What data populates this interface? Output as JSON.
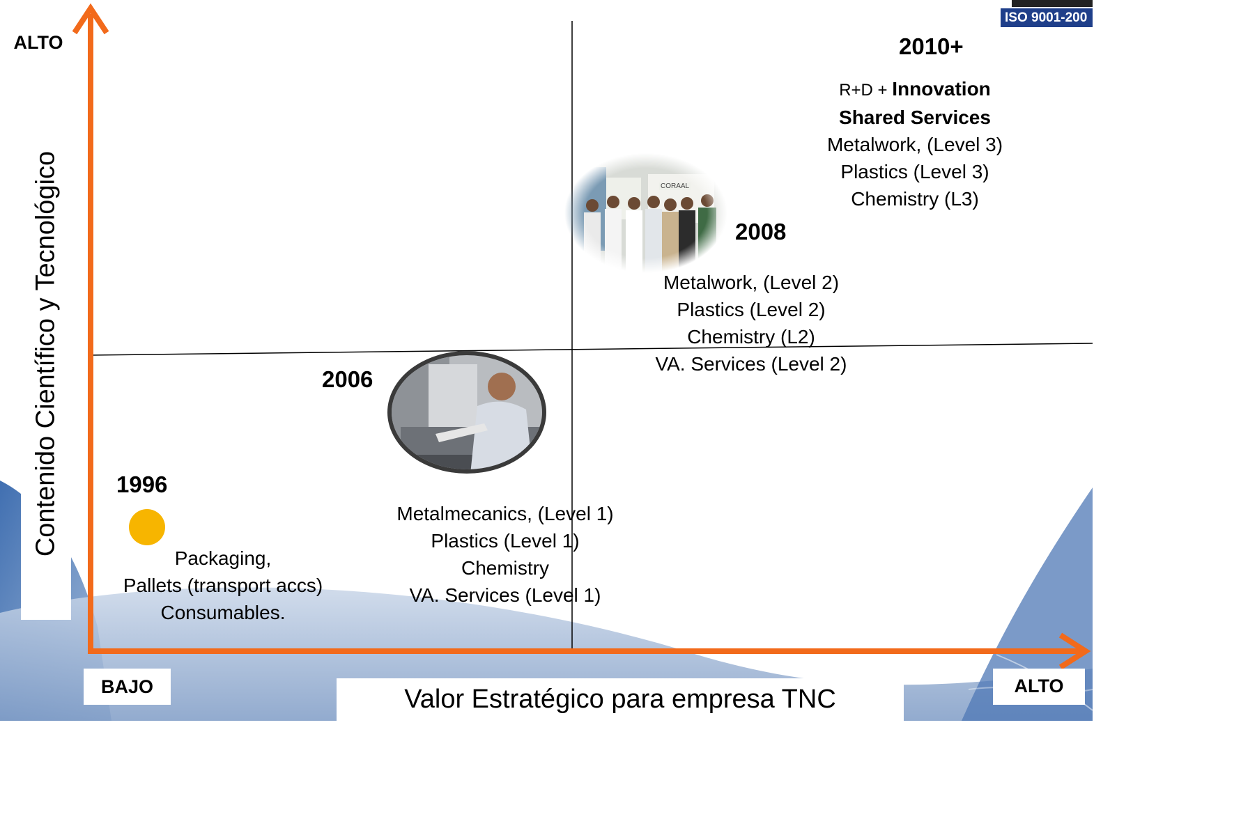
{
  "iso_badge": "ISO 9001-200",
  "y_axis": {
    "top_label": "ALTO",
    "title": "Contenido Científico y Tecnológico"
  },
  "x_axis": {
    "left_label": "BAJO",
    "right_label": "ALTO",
    "title": "Valor Estratégico para empresa TNC"
  },
  "milestones": [
    {
      "year": "1996",
      "lines": [
        "Packaging,",
        "Pallets (transport accs)",
        "Consumables."
      ]
    },
    {
      "year": "2006",
      "lines": [
        "Metalmecanics, (Level 1)",
        "Plastics (Level 1)",
        "Chemistry",
        "VA. Services (Level 1)"
      ]
    },
    {
      "year": "2008",
      "lines": [
        "Metalwork, (Level 2)",
        "Plastics (Level 2)",
        "Chemistry (L2)",
        "VA. Services (Level 2)"
      ]
    },
    {
      "year": "2010+",
      "line1_prefix": "R+D + ",
      "line1_bold": "Innovation",
      "line2_bold": "Shared Services",
      "lines": [
        "Metalwork, (Level 3)",
        "Plastics (Level 3)",
        "Chemistry (L3)"
      ]
    }
  ],
  "photo_sign_text": "CORAAL",
  "colors": {
    "axis_arrow": "#f26a1b",
    "marker_1996": "#f7b500",
    "iso_badge_bg": "#1f3f8a",
    "background_swoosh": "#2b5fa8"
  }
}
